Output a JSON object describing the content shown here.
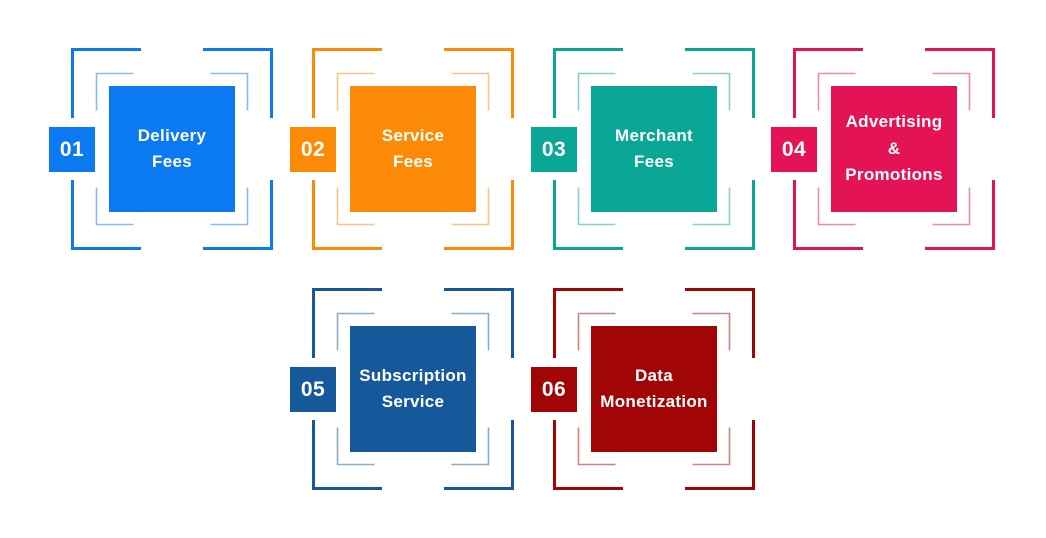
{
  "diagram": {
    "background": "#ffffff",
    "items": [
      {
        "number": "01",
        "label": "Delivery\nFees",
        "color": "#0b79f2"
      },
      {
        "number": "02",
        "label": "Service\nFees",
        "color": "#fb8b06"
      },
      {
        "number": "03",
        "label": "Merchant\nFees",
        "color": "#0aa796"
      },
      {
        "number": "04",
        "label": "Advertising\n&\nPromotions",
        "color": "#e41356"
      },
      {
        "number": "05",
        "label": "Subscription\nService",
        "color": "#15599b"
      },
      {
        "number": "06",
        "label": "Data\nMonetization",
        "color": "#a10505"
      }
    ]
  }
}
